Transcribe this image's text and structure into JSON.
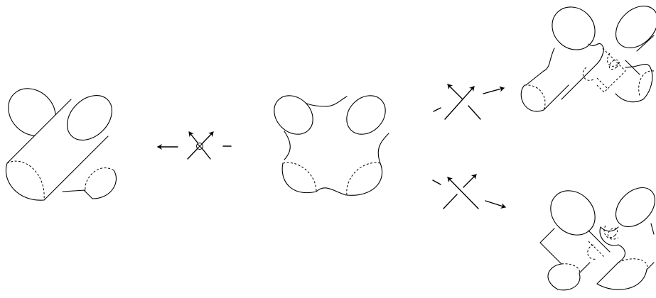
{
  "diagram": {
    "description_labels": [],
    "colors": {
      "stroke": "#000000",
      "background": "#ffffff"
    },
    "elements": [
      "two-crossing-cylinders",
      "virtual-crossing-with-left-arrow",
      "four-holed-sphere",
      "positive-crossing-with-right-arrow",
      "negative-crossing-with-right-arrow",
      "upper-handle-cobordism",
      "lower-handle-cobordism"
    ]
  }
}
